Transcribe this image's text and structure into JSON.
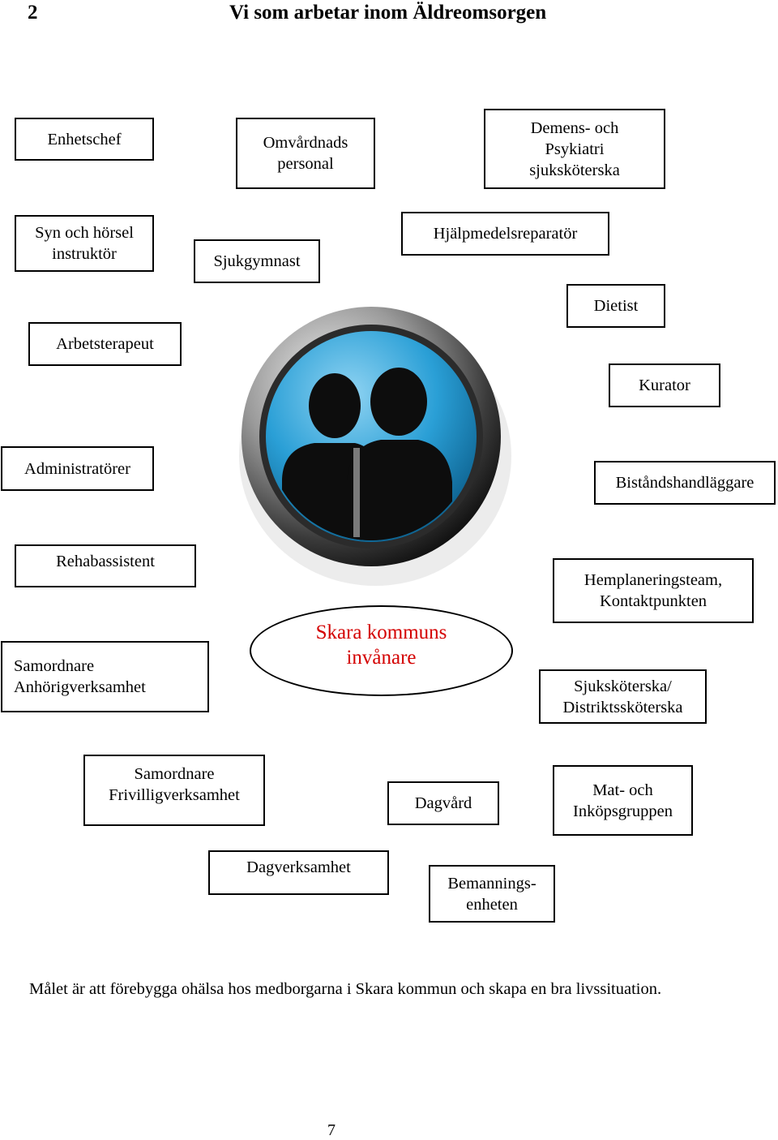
{
  "heading": {
    "number": "2",
    "title": "Vi som arbetar inom Äldreomsorgen"
  },
  "roles": {
    "enhetschef": "Enhetschef",
    "omvardnad": "Omvårdnads\npersonal",
    "demens": "Demens- och\nPsykiatri\nsjuksköterska",
    "syn_horsel": "Syn och hörsel\ninstruktör",
    "sjukgymnast": "Sjukgymnast",
    "hjalpmedel": "Hjälpmedelsreparatör",
    "dietist": "Dietist",
    "arbetsterapeut": "Arbetsterapeut",
    "kurator": "Kurator",
    "administratorer": "Administratörer",
    "bistand": "Biståndshandläggare",
    "rehabassistent": "Rehabassistent",
    "hemplanering": "Hemplaneringsteam,\nKontaktpunkten",
    "anhorig": "Samordnare\n     Anhörigverksamhet",
    "sjukskoterska": "Sjuksköterska/\nDistriktssköterska",
    "frivillig": "Samordnare\nFrivilligverksamhet",
    "dagvard": "Dagvård",
    "mat": "Mat- och\nInköpsgruppen",
    "dagverksamhet": "Dagverksamhet",
    "bemanning": "Bemannings-\nenheten"
  },
  "center": {
    "label": "Skara kommuns\ninvånare",
    "label_color": "#d40000"
  },
  "emblem": {
    "icon": "people-icon",
    "fill_color": "#2a9fd6"
  },
  "goal_text": "Målet är att förebygga ohälsa hos medborgarna i Skara kommun och skapa en bra livssituation.",
  "page_number": "7"
}
